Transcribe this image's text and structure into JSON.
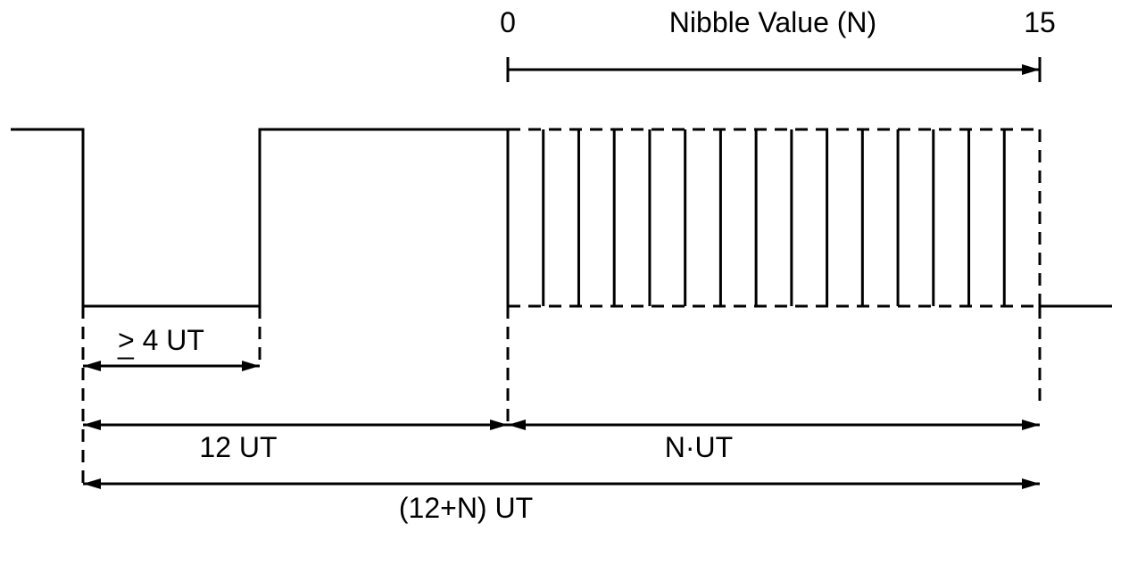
{
  "diagram": {
    "nibble_axis": {
      "start_label": "0",
      "title": "Nibble Value (N)",
      "end_label": "15"
    },
    "low_pulse_label": "> 4 UT",
    "low_pulse_underline": "_",
    "sync_label": "12 UT",
    "nibble_label": "N·UT",
    "total_label": "(12+N) UT",
    "nibble_edge_count": 16,
    "colors": {
      "stroke": "#000000",
      "background": "#ffffff"
    }
  }
}
